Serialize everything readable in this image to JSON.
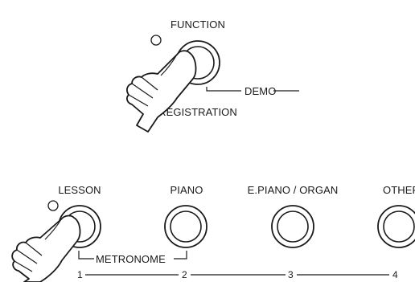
{
  "top_group": {
    "label_above": "FUNCTION",
    "label_below": "REGISTRATION",
    "demo_label": "DEMO"
  },
  "buttons": [
    {
      "label": "LESSON"
    },
    {
      "label": "PIANO"
    },
    {
      "label": "E.PIANO / ORGAN"
    },
    {
      "label": "OTHERS"
    }
  ],
  "metronome_label": "METRONOME",
  "numbers": [
    "1",
    "2",
    "3",
    "4"
  ],
  "icons": {
    "led": "led-indicator-icon",
    "hand": "pressing-hand-icon"
  }
}
